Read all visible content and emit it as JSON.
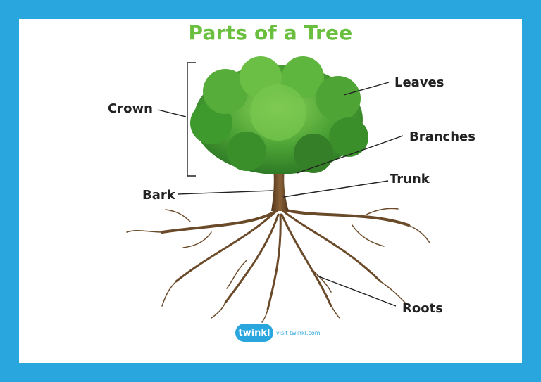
{
  "title": "Parts of a Tree",
  "labels": {
    "crown": "Crown",
    "leaves": "Leaves",
    "branches": "Branches",
    "trunk": "Trunk",
    "bark": "Bark",
    "roots": "Roots"
  },
  "logo": {
    "brand": "twinkl",
    "link_text": "visit twinkl.com"
  },
  "colors": {
    "border": "#2aa6df",
    "title": "#6bbf3f",
    "foliage": "#3f9a2e",
    "wood": "#6b4a2a"
  }
}
